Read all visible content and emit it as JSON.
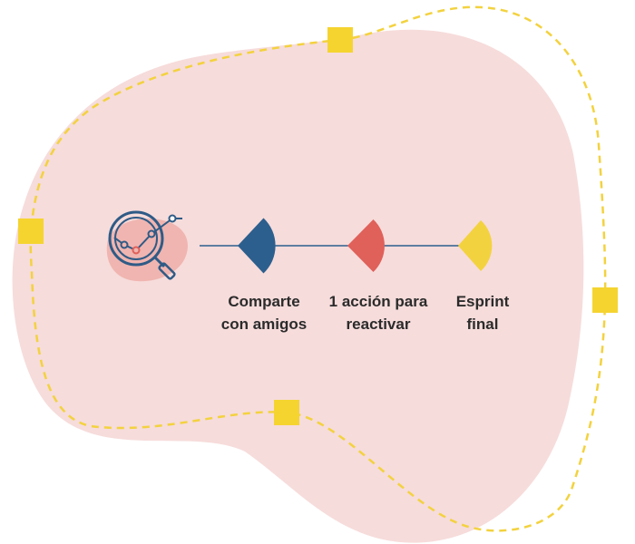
{
  "colors": {
    "blob": "#f6dcdb",
    "dashed_path": "#f3d23f",
    "square_marker": "#f5d430",
    "connector_line": "#2c5f8d",
    "icon_stroke": "#2f5b86",
    "icon_accent": "#e0605a",
    "icon_backdrop": "#f0b5b0"
  },
  "steps": [
    {
      "line1": "Comparte",
      "line2": "con amigos",
      "color": "#2c5f8d"
    },
    {
      "line1": "1 acción para",
      "line2": "reactivar",
      "color": "#e0605a"
    },
    {
      "line1": "Esprint",
      "line2": "final",
      "color": "#f3d23f"
    }
  ]
}
